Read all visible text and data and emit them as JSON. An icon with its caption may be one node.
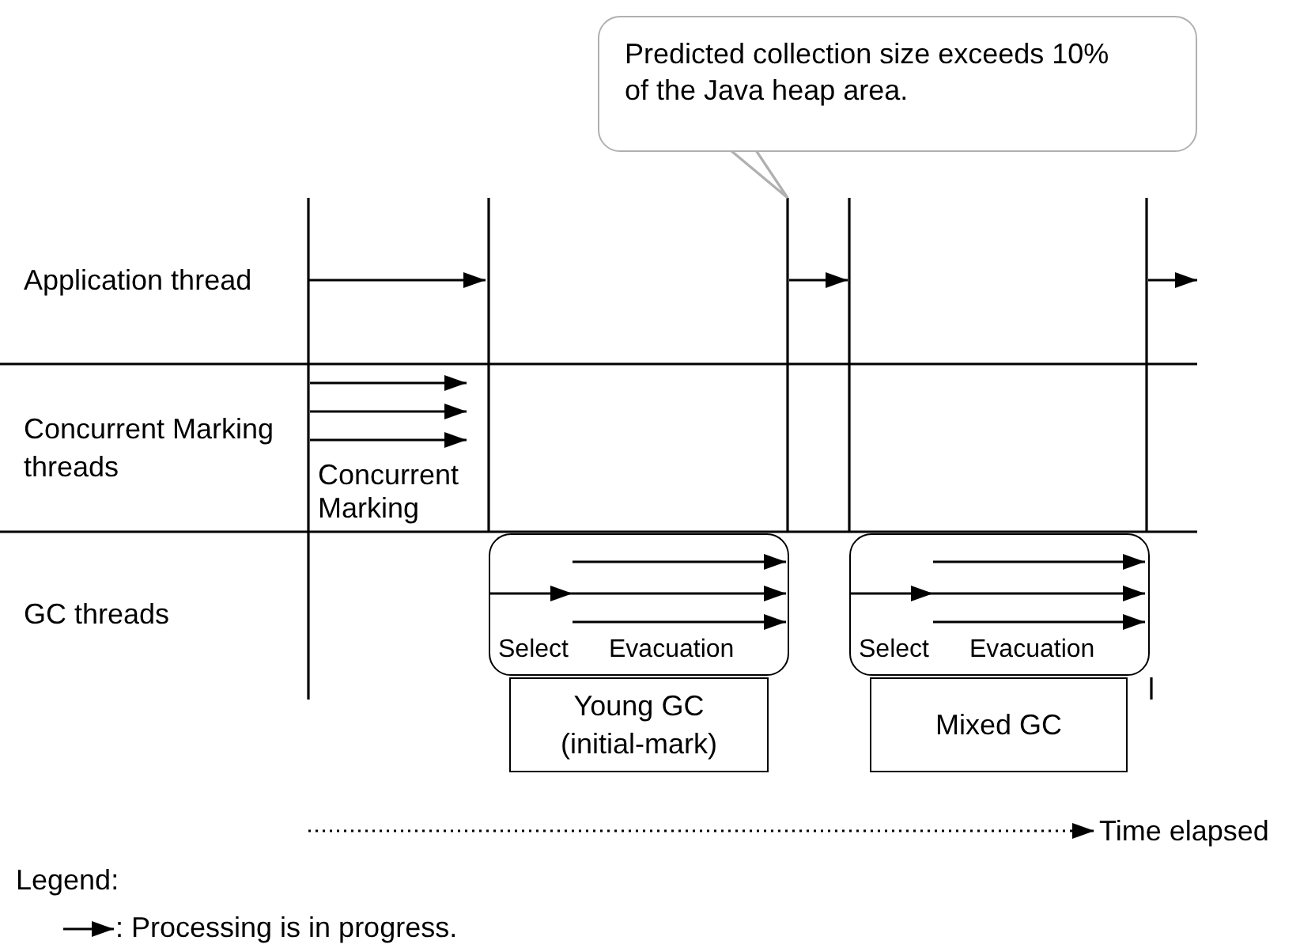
{
  "diagram": {
    "nodes": [
      {
        "text": [
          "Predicted collection size exceeds 10% of the Java heap area."
        ]
      },
      {
        "text": [
          "Select",
          "Evacuation"
        ]
      },
      {
        "text": [
          "Young GC (initial-mark)"
        ]
      },
      {
        "text": [
          "Select",
          "Evacuation"
        ]
      },
      {
        "text": [
          "Mixed GC"
        ]
      }
    ],
    "labels": [
      "Application thread",
      "Concurrent Marking threads",
      "Concurrent Marking",
      "GC threads",
      "Time elapsed",
      "Legend:"
    ],
    "legend": [
      {
        "text": ": Processing is in progress."
      }
    ]
  }
}
